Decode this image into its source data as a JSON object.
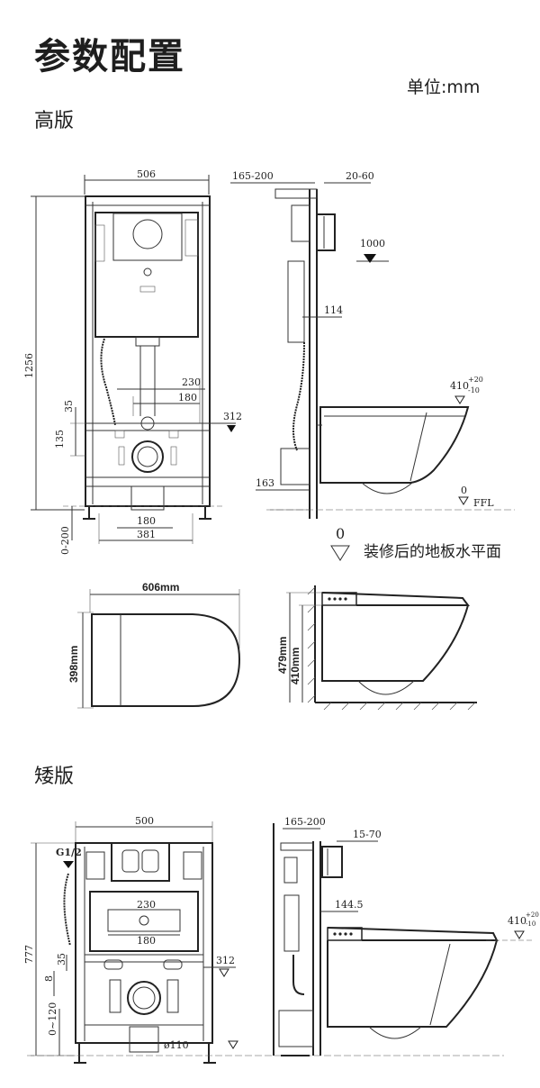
{
  "page": {
    "title": "参数配置",
    "unit": "单位:mm",
    "section_high": "高版",
    "section_low": "矮版",
    "floor_legend_symbol": "0",
    "floor_legend": "装修后的地板水平面"
  },
  "high_front": {
    "width": "506",
    "height": "1256",
    "d230": "230",
    "d180_top": "180",
    "d35": "35",
    "d135": "135",
    "d312": "312",
    "d180_bottom": "180",
    "d381": "381",
    "d0_200": "0-200"
  },
  "high_side": {
    "d165_200": "165-200",
    "d20_60": "20-60",
    "d1000": "1000",
    "d114": "114",
    "d410": "410",
    "d410_plus": "+20",
    "d410_minus": "-10",
    "d163": "163",
    "ffl_zero": "0",
    "ffl": "FFL"
  },
  "toilet_top": {
    "length": "606mm",
    "width": "398mm"
  },
  "toilet_side": {
    "height1": "479mm",
    "height2": "410mm"
  },
  "low_front": {
    "width": "500",
    "g12": "G1/2",
    "height": "777",
    "d230": "230",
    "d180": "180",
    "d35": "35",
    "d8": "8",
    "d312": "312",
    "d0_120": "0~120",
    "pipe": "ø110"
  },
  "low_side": {
    "d165_200": "165-200",
    "d15_70": "15-70",
    "d144_5": "144.5",
    "d410": "410",
    "d410_plus": "+20",
    "d410_minus": "-10"
  }
}
